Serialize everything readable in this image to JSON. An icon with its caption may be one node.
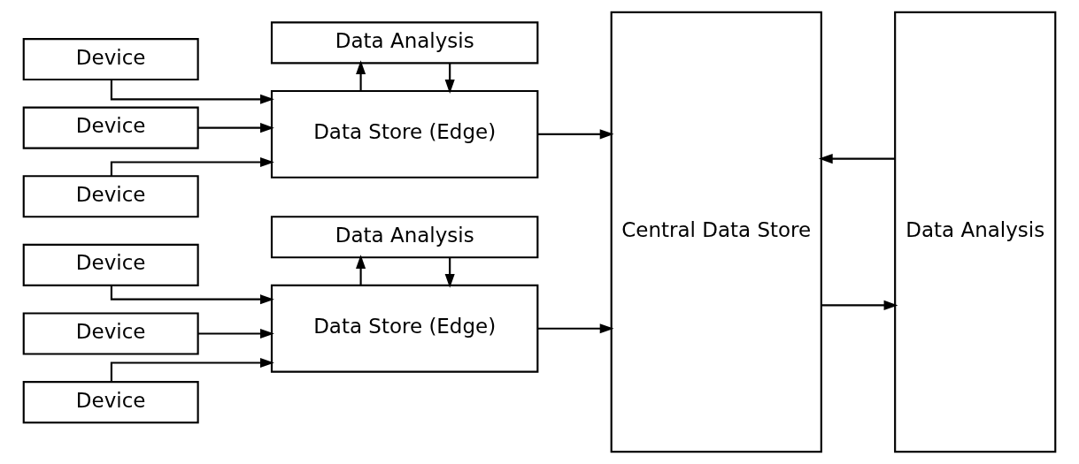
{
  "diagram": {
    "nodes": [
      {
        "text": [
          "Device"
        ]
      },
      {
        "text": [
          "Device"
        ]
      },
      {
        "text": [
          "Device"
        ]
      },
      {
        "text": [
          "Data Store (Edge)"
        ]
      },
      {
        "text": [
          "Data Analysis"
        ]
      },
      {
        "text": [
          "Device"
        ]
      },
      {
        "text": [
          "Device"
        ]
      },
      {
        "text": [
          "Device"
        ]
      },
      {
        "text": [
          "Data Store (Edge)"
        ]
      },
      {
        "text": [
          "Data Analysis"
        ]
      },
      {
        "text": [
          "Central Data Store"
        ]
      },
      {
        "text": [
          "Data Analysis"
        ]
      }
    ],
    "edges": [
      {
        "from": 0,
        "to": 3,
        "arrow": "to"
      },
      {
        "from": 1,
        "to": 3,
        "arrow": "to"
      },
      {
        "from": 2,
        "to": 3,
        "arrow": "to"
      },
      {
        "from": 3,
        "to": 4,
        "arrow": "to"
      },
      {
        "from": 4,
        "to": 3,
        "arrow": "to"
      },
      {
        "from": 5,
        "to": 8,
        "arrow": "to"
      },
      {
        "from": 6,
        "to": 8,
        "arrow": "to"
      },
      {
        "from": 7,
        "to": 8,
        "arrow": "to"
      },
      {
        "from": 8,
        "to": 9,
        "arrow": "to"
      },
      {
        "from": 9,
        "to": 8,
        "arrow": "to"
      },
      {
        "from": 3,
        "to": 10,
        "arrow": "to"
      },
      {
        "from": 8,
        "to": 10,
        "arrow": "to"
      },
      {
        "from": 11,
        "to": 10,
        "arrow": "to"
      },
      {
        "from": 10,
        "to": 11,
        "arrow": "to"
      }
    ]
  }
}
